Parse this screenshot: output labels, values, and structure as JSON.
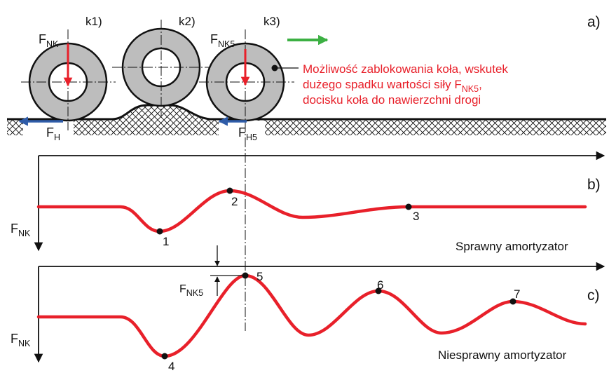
{
  "panel_labels": {
    "a": "a)",
    "b": "b)",
    "c": "c)"
  },
  "wheels": [
    {
      "label": "k1)"
    },
    {
      "label": "k2)"
    },
    {
      "label": "k3)"
    }
  ],
  "forces": {
    "f_nk": {
      "main": "F",
      "sub": "NK"
    },
    "f_nk5": {
      "main": "F",
      "sub": "NK5"
    },
    "f_h": {
      "main": "F",
      "sub": "H"
    },
    "f_h5": {
      "main": "F",
      "sub": "H5"
    }
  },
  "annotation": {
    "line1": "Możliwość zablokowania koła, wskutek",
    "line2_before": "dużego spadku wartości siły F",
    "line2_sub": "NK5",
    "line2_after": ",",
    "line3": "docisku koła do nawierzchni drogi"
  },
  "graph_b": {
    "axis_label": {
      "main": "F",
      "sub": "NK"
    },
    "caption": "Sprawny amortyzator",
    "points": [
      "1",
      "2",
      "3"
    ]
  },
  "graph_c": {
    "axis_label": {
      "main": "F",
      "sub": "NK"
    },
    "caption": "Niesprawny amortyzator",
    "points": [
      "4",
      "5",
      "6",
      "7"
    ],
    "dimension": {
      "main": "F",
      "sub": "NK5"
    }
  },
  "colors": {
    "force": "#e8202a",
    "annotation": "#e8202a",
    "curve": "#e8202a",
    "horizontal": "#2f5ca8",
    "motion": "#3cb043",
    "wheel": "#bdbdbd"
  }
}
